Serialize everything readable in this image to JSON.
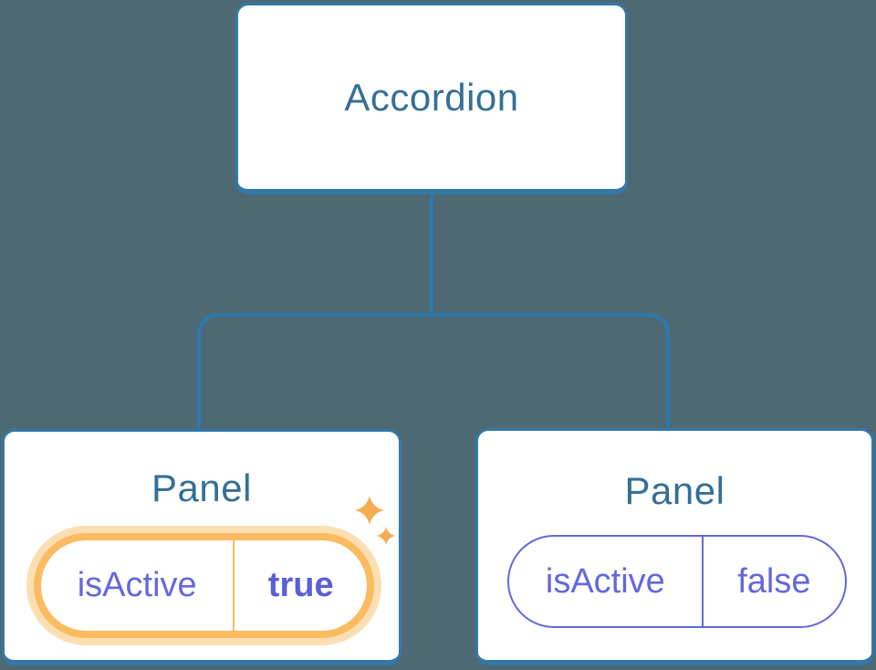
{
  "diagram": {
    "root": {
      "label": "Accordion"
    },
    "panels": [
      {
        "title": "Panel",
        "state_key": "isActive",
        "state_value": "true",
        "highlighted": true,
        "icon": "sparkles-icon"
      },
      {
        "title": "Panel",
        "state_key": "isActive",
        "state_value": "false",
        "highlighted": false
      }
    ],
    "colors": {
      "background": "#4D6973",
      "node_fill": "#FFFFFF",
      "node_border": "#3478A8",
      "node_text": "#356F96",
      "connector": "#2C79AB",
      "state_text": "#6468DA",
      "state_value_active": "#5A5FD6",
      "highlight_ring": "#FABB61",
      "highlight_glow": "#FBDFB3",
      "sparkle": "#F5AD4F"
    }
  }
}
